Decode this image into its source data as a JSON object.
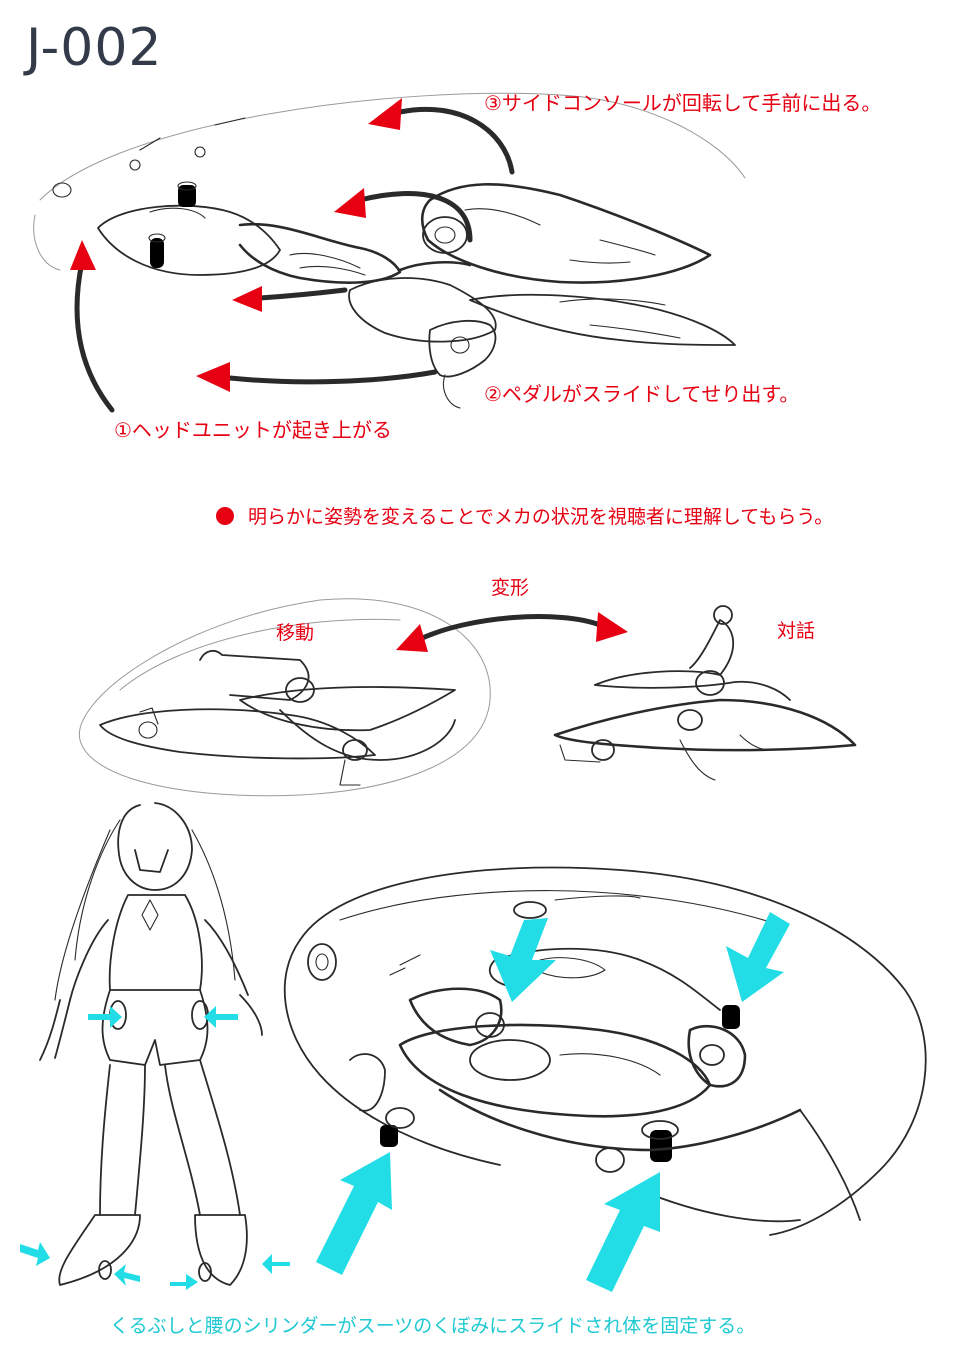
{
  "title": "J-002",
  "top_annotations": {
    "step1": "①ヘッドユニットが起き上がる",
    "step2": "②ペダルがスライドしてせり出す。",
    "step3": "③サイドコンソールが回転して手前に出る。"
  },
  "note": "明らかに姿勢を変えることでメカの状況を視聴者に理解してもらう。",
  "mode_labels": {
    "transform": "変形",
    "move": "移動",
    "dialogue": "対話"
  },
  "bottom_caption": "くるぶしと腰のシリンダーがスーツのくぼみにスライドされ体を固定する。",
  "colors": {
    "annotation_red": "#e60012",
    "arrow_cyan": "#22dde6",
    "caption_cyan": "#1ec9d2",
    "pencil": "#2a2a2a"
  }
}
